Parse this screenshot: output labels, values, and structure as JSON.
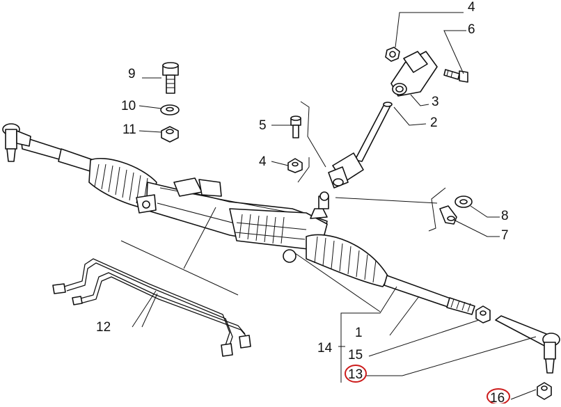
{
  "diagram": {
    "highlight_color": "#cc1b1b",
    "callouts": [
      {
        "id": "c1",
        "label": "1"
      },
      {
        "id": "c2",
        "label": "2"
      },
      {
        "id": "c3",
        "label": "3"
      },
      {
        "id": "c4a",
        "label": "4"
      },
      {
        "id": "c4b",
        "label": "4"
      },
      {
        "id": "c5",
        "label": "5"
      },
      {
        "id": "c6",
        "label": "6"
      },
      {
        "id": "c7",
        "label": "7"
      },
      {
        "id": "c8",
        "label": "8"
      },
      {
        "id": "c9",
        "label": "9"
      },
      {
        "id": "c10",
        "label": "10"
      },
      {
        "id": "c11",
        "label": "11"
      },
      {
        "id": "c12",
        "label": "12"
      },
      {
        "id": "c13",
        "label": "13",
        "highlighted": true
      },
      {
        "id": "c14",
        "label": "14"
      },
      {
        "id": "c15",
        "label": "15"
      },
      {
        "id": "c16",
        "label": "16",
        "highlighted": true
      }
    ]
  }
}
